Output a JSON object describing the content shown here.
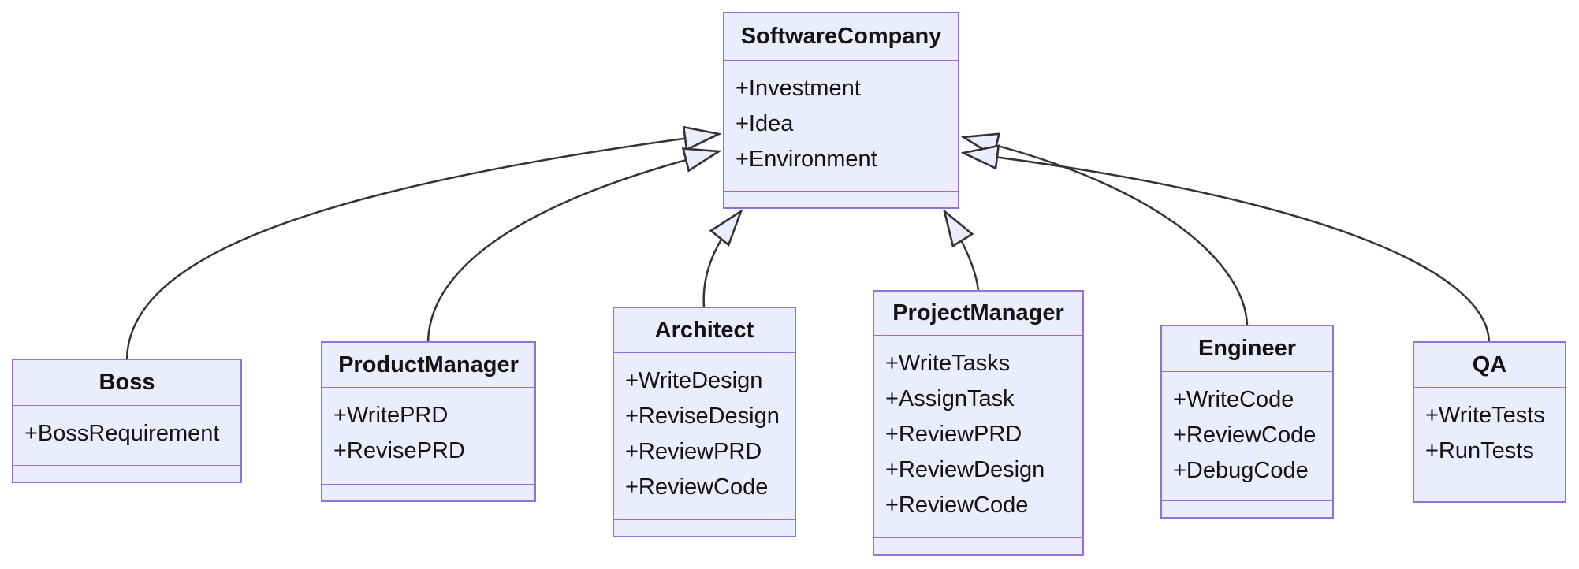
{
  "diagram": {
    "type": "uml-class-diagram",
    "classes": [
      {
        "id": "SoftwareCompany",
        "name": "SoftwareCompany",
        "members": [
          "+Investment",
          "+Idea",
          "+Environment"
        ],
        "methods": []
      },
      {
        "id": "Boss",
        "name": "Boss",
        "members": [
          "+BossRequirement"
        ],
        "methods": []
      },
      {
        "id": "ProductManager",
        "name": "ProductManager",
        "members": [
          "+WritePRD",
          "+RevisePRD"
        ],
        "methods": []
      },
      {
        "id": "Architect",
        "name": "Architect",
        "members": [
          "+WriteDesign",
          "+ReviseDesign",
          "+ReviewPRD",
          "+ReviewCode"
        ],
        "methods": []
      },
      {
        "id": "ProjectManager",
        "name": "ProjectManager",
        "members": [
          "+WriteTasks",
          "+AssignTask",
          "+ReviewPRD",
          "+ReviewDesign",
          "+ReviewCode"
        ],
        "methods": []
      },
      {
        "id": "Engineer",
        "name": "Engineer",
        "members": [
          "+WriteCode",
          "+ReviewCode",
          "+DebugCode"
        ],
        "methods": []
      },
      {
        "id": "QA",
        "name": "QA",
        "members": [
          "+WriteTests",
          "+RunTests"
        ],
        "methods": []
      }
    ],
    "relations": [
      {
        "from": "Boss",
        "to": "SoftwareCompany",
        "type": "inheritance"
      },
      {
        "from": "ProductManager",
        "to": "SoftwareCompany",
        "type": "inheritance"
      },
      {
        "from": "Architect",
        "to": "SoftwareCompany",
        "type": "inheritance"
      },
      {
        "from": "ProjectManager",
        "to": "SoftwareCompany",
        "type": "inheritance"
      },
      {
        "from": "Engineer",
        "to": "SoftwareCompany",
        "type": "inheritance"
      },
      {
        "from": "QA",
        "to": "SoftwareCompany",
        "type": "inheritance"
      }
    ],
    "colors": {
      "node_fill": "#ECECFF",
      "node_border": "#9370DB",
      "edge": "#333333",
      "text": "#131313",
      "background": "#FFFFFF"
    }
  }
}
